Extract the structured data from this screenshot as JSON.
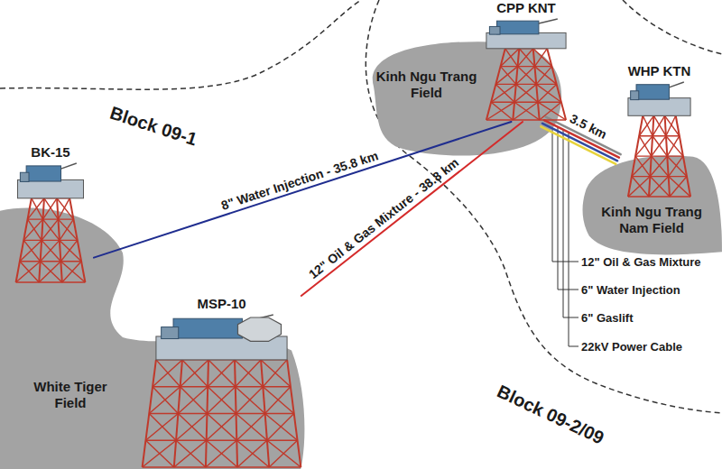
{
  "diagram": {
    "nodes": [
      {
        "text": [
          "CPP KNT"
        ]
      },
      {
        "text": [
          "Kinh Ngu Trang Field"
        ]
      },
      {
        "text": [
          "WHP KTN"
        ]
      },
      {
        "text": [
          "Kinh Ngu Trang Nam Field"
        ]
      },
      {
        "text": [
          "BK-15"
        ]
      },
      {
        "text": [
          "MSP-10"
        ]
      },
      {
        "text": [
          "White Tiger Field"
        ]
      }
    ],
    "edges": [
      {
        "from": 4,
        "to": 0,
        "label": "8\" Water Injection - 35.8 km",
        "arrow": "none"
      },
      {
        "from": 5,
        "to": 0,
        "label": "12\" Oil & Gas Mixture - 38.8 km",
        "arrow": "none"
      },
      {
        "from": 0,
        "to": 2,
        "label": "3.5 km",
        "arrow": "none"
      }
    ],
    "labels": [
      "Block 09-1",
      "Block 09-2/09",
      "12\" Oil & Gas Mixture",
      "6\" Water Injection",
      "6\" Gaslift",
      "22kV Power Cable"
    ]
  }
}
